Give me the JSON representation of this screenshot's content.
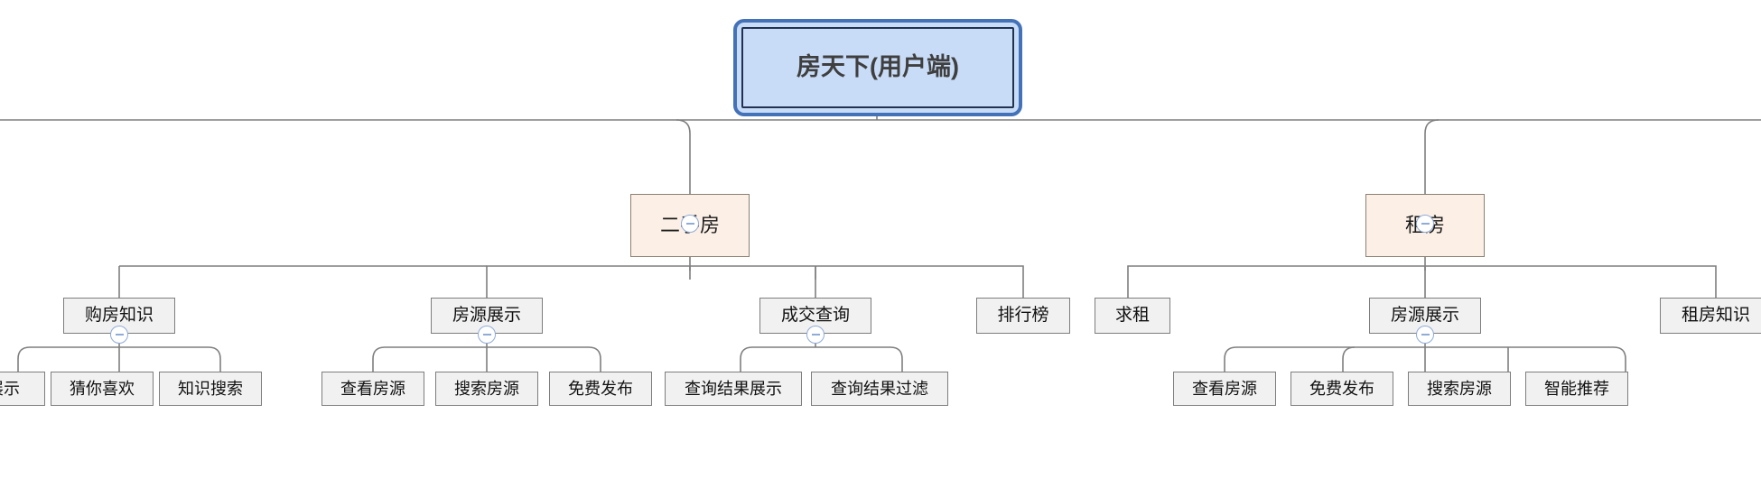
{
  "diagram": {
    "type": "mind-map",
    "title": "房天下(用户端)",
    "colors": {
      "root_fill": "#c9dcf7",
      "root_border": "#4472b8",
      "level2_fill": "#fcf0e6",
      "level2_border": "#8b8073",
      "leaf_fill": "#f1f1f1",
      "leaf_border": "#7d7d7d",
      "edge": "#7f7f7f",
      "toggle": "#8fabd8"
    }
  },
  "root": {
    "label": "房天下(用户端)"
  },
  "nodes": {
    "ershoufang": {
      "label": "二手房"
    },
    "zufang": {
      "label": "租房"
    },
    "goufangzhishi": {
      "label": "购房知识"
    },
    "fangyuanzhanshi_left": {
      "label": "房源展示"
    },
    "chengjiaochaxun": {
      "label": "成交查询"
    },
    "paihangbang": {
      "label": "排行榜"
    },
    "qiuzu": {
      "label": "求租"
    },
    "fangyuanzhanshi_right": {
      "label": "房源展示"
    },
    "zufangzhishi": {
      "label": "租房知识"
    }
  },
  "leaves": {
    "zhanshi_clipped": {
      "label": "展示"
    },
    "cainixihuan": {
      "label": "猜你喜欢"
    },
    "zhishisousuo": {
      "label": "知识搜索"
    },
    "chakanfangyuan_1": {
      "label": "查看房源"
    },
    "sousuofangyuan_1": {
      "label": "搜索房源"
    },
    "mianfeifabu_1": {
      "label": "免费发布"
    },
    "chaxunjieguozhanshi": {
      "label": "查询结果展示"
    },
    "chaxunjieguoguolv": {
      "label": "查询结果过滤"
    },
    "chakanfangyuan_2": {
      "label": "查看房源"
    },
    "mianfeifabu_2": {
      "label": "免费发布"
    },
    "sousuofangyuan_2": {
      "label": "搜索房源"
    },
    "zhinengtuijian": {
      "label": "智能推荐"
    }
  },
  "toggles": {
    "ershoufang": {
      "state": "expanded",
      "glyph": "minus"
    },
    "zufang": {
      "state": "expanded",
      "glyph": "minus"
    },
    "goufangzhishi": {
      "state": "expanded",
      "glyph": "minus"
    },
    "fangyuanzhanshi_left": {
      "state": "expanded",
      "glyph": "minus"
    },
    "chengjiaochaxun": {
      "state": "expanded",
      "glyph": "minus"
    },
    "fangyuanzhanshi_right": {
      "state": "expanded",
      "glyph": "minus"
    }
  }
}
